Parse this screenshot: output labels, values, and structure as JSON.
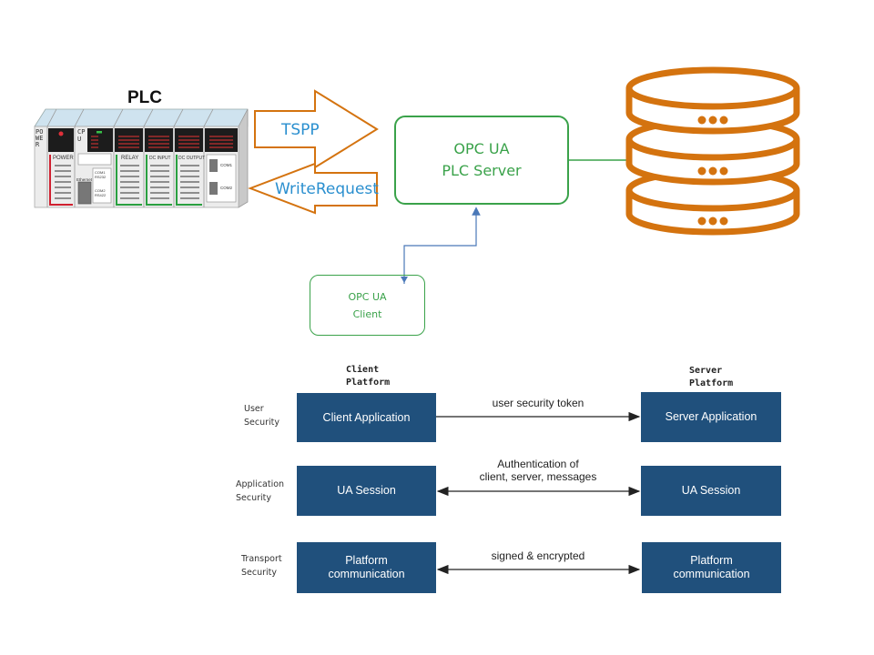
{
  "top_diagram": {
    "plc": {
      "title": "PLC",
      "side_label": "POWER",
      "cpu_label": "CPU",
      "modules": [
        "POWER",
        "",
        "RELAY",
        "DC INPUT",
        "DC OUTPUT",
        ""
      ],
      "cpu_ports": [
        "COM1 RS232",
        "COM2 RS422"
      ],
      "ethernet_label": "Ethernet",
      "comm_ports": [
        "COM1",
        "COM2"
      ]
    },
    "arrows": {
      "forward_label": "TSPP",
      "backward_label": "WriteRequest"
    },
    "server_box": {
      "line1": "OPC UA",
      "line2": "PLC Server"
    },
    "client_box": {
      "line1": "OPC UA",
      "line2": "Client"
    },
    "database_icon": {
      "name": "database-icon",
      "disks": 3
    },
    "colors": {
      "orange": "#d4730f",
      "green": "#3aa24a",
      "blue_text": "#2a8fcf",
      "connector_blue": "#4a78b8"
    }
  },
  "security_diagram": {
    "client_platform_label": [
      "Client",
      "Platform"
    ],
    "server_platform_label": [
      "Server",
      "Platform"
    ],
    "rows": [
      {
        "layer": [
          "User",
          "Security"
        ],
        "client_box": [
          "Client Application"
        ],
        "message": [
          "user security token"
        ],
        "direction": "right",
        "server_box": [
          "Server Application"
        ]
      },
      {
        "layer": [
          "Application",
          "Security"
        ],
        "client_box": [
          "UA Session"
        ],
        "message": [
          "Authentication of",
          "client, server, messages"
        ],
        "direction": "both",
        "server_box": [
          "UA Session"
        ]
      },
      {
        "layer": [
          "Transport",
          "Security"
        ],
        "client_box": [
          "Platform",
          "communication"
        ],
        "message": [
          "signed & encrypted"
        ],
        "direction": "both",
        "server_box": [
          "Platform",
          "communication"
        ]
      }
    ],
    "colors": {
      "box_fill": "#20507c",
      "box_text": "#ffffff"
    }
  }
}
